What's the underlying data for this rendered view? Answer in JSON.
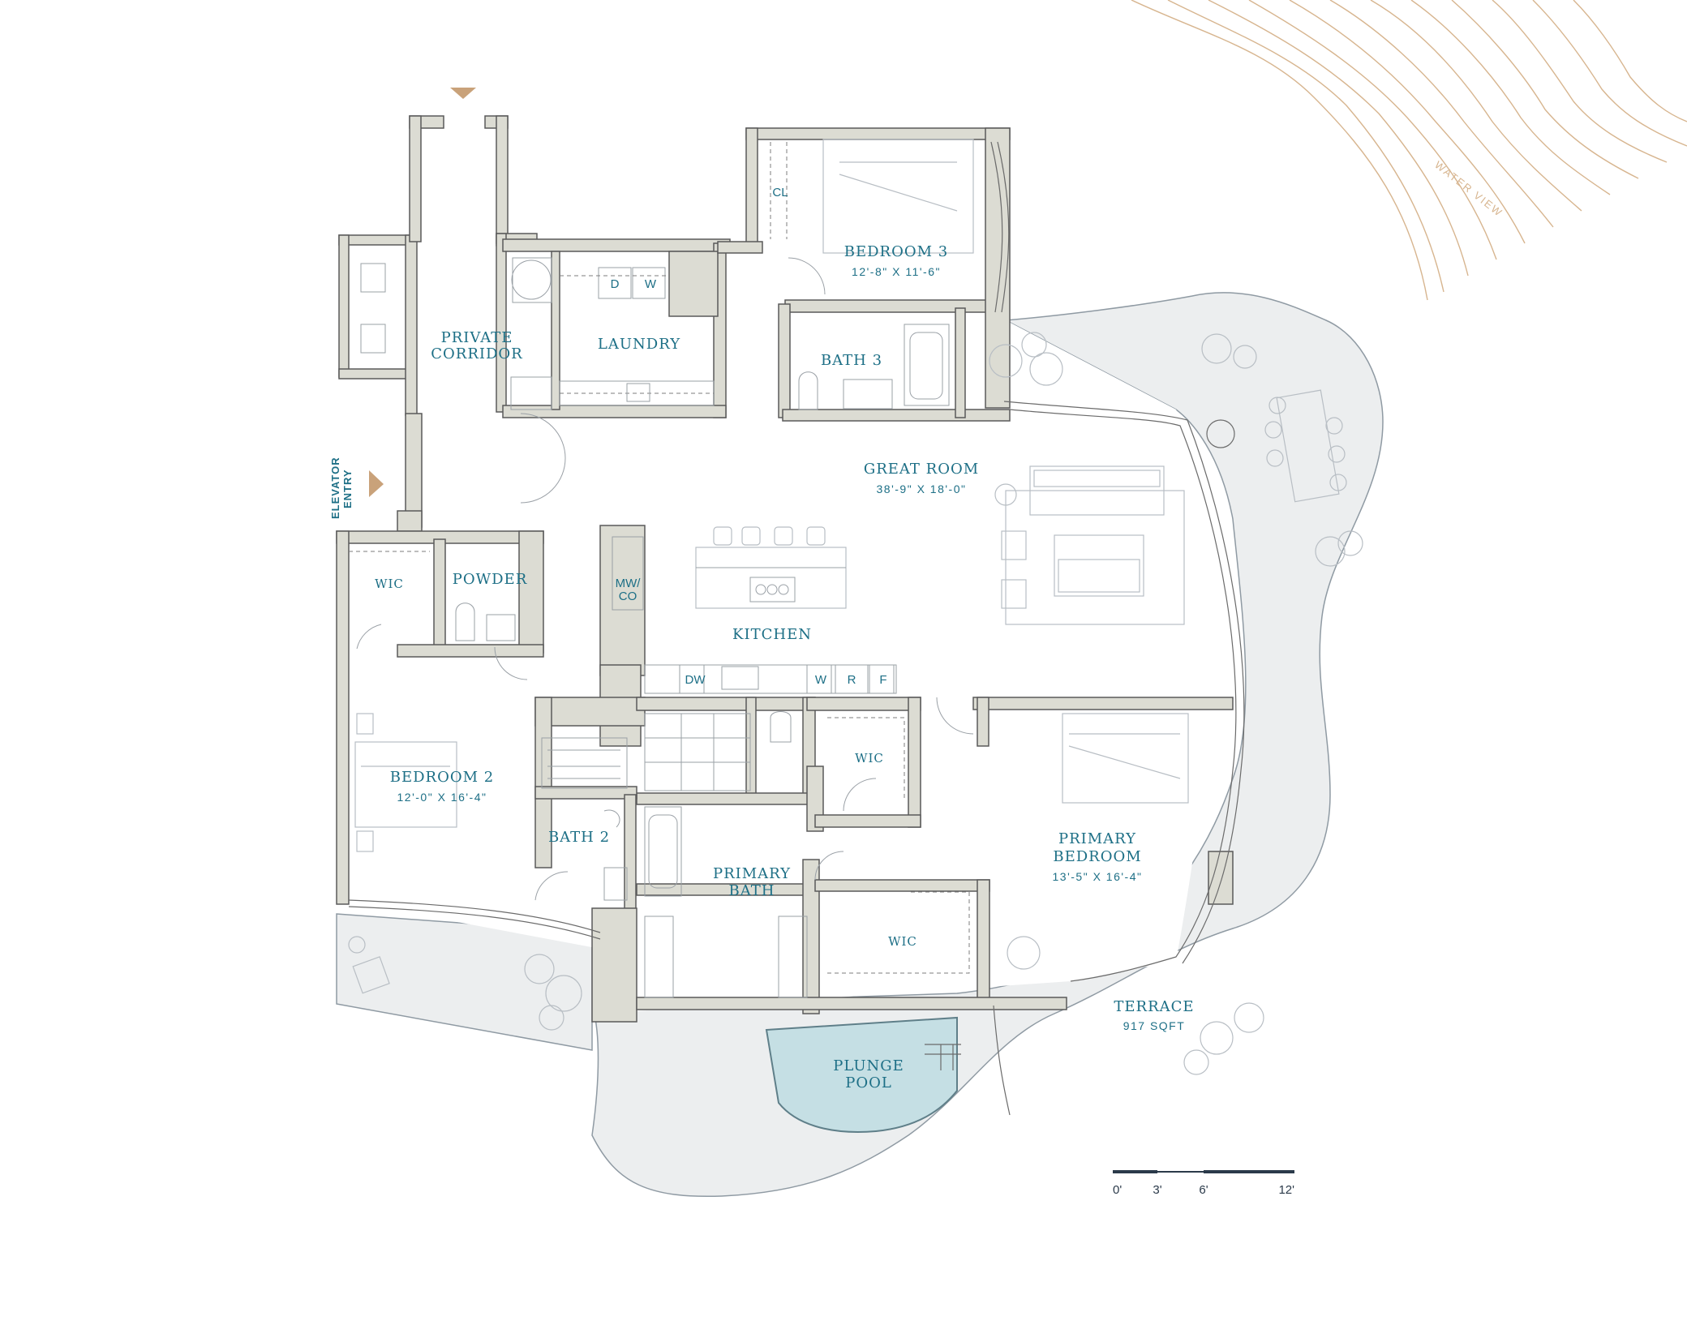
{
  "rooms": {
    "private_corridor": [
      "PRIVATE",
      "CORRIDOR"
    ],
    "laundry": "LAUNDRY",
    "bedroom3": {
      "name": "BEDROOM 3",
      "dims": "12'-8\" X 11'-6\""
    },
    "bath3": "BATH 3",
    "great_room": {
      "name": "GREAT ROOM",
      "dims": "38'-9\" X 18'-0\""
    },
    "kitchen": "KITCHEN",
    "powder": "POWDER",
    "wic_bed2": "WIC",
    "bedroom2": {
      "name": "BEDROOM 2",
      "dims": "12'-0\" X 16'-4\""
    },
    "bath2": "BATH 2",
    "primary_bath": [
      "PRIMARY",
      "BATH"
    ],
    "wic_primary_a": "WIC",
    "wic_primary_b": "WIC",
    "primary_bedroom": {
      "name": [
        "PRIMARY",
        "BEDROOM"
      ],
      "dims": "13'-5\" X 16'-4\""
    },
    "terrace": {
      "name": "TERRACE",
      "area": "917 SQFT"
    },
    "plunge_pool": [
      "PLUNGE",
      "POOL"
    ]
  },
  "fixtures": {
    "closet": "CL",
    "dryer": "D",
    "washer": "W",
    "microwave_co": [
      "MW/",
      "CO"
    ],
    "dishwasher": "DW",
    "wine": "W",
    "refrigerator": "R",
    "freezer": "F"
  },
  "labels": {
    "elevator_entry": [
      "ELEVATOR",
      "ENTRY"
    ],
    "water_view": "WATER VIEW"
  },
  "scale_bar": {
    "ticks": [
      "0'",
      "3'",
      "6'",
      "12'"
    ]
  },
  "colors": {
    "label_teal": "#1d6f86",
    "wall_fill": "#dcdcd3",
    "terrace_fill": "#eceeef",
    "pool_fill": "#c5dfe4",
    "accent_gold": "#c9a27a"
  }
}
